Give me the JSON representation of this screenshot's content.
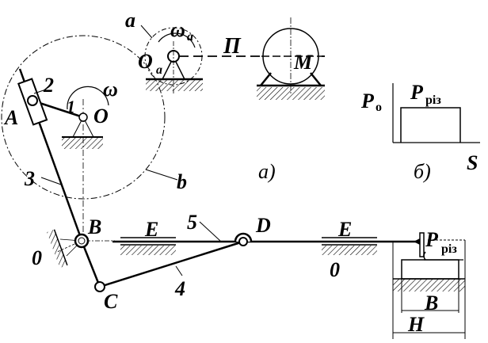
{
  "diagram": {
    "figure_a_caption": "a)",
    "figure_b_caption": "б)",
    "labels": {
      "a": "a",
      "omega_a": "ω",
      "omega_a_sub": "a",
      "O_a": "O",
      "O_a_sub": "a",
      "P": "П",
      "M": "M",
      "link2": "2",
      "omega": "ω",
      "A": "A",
      "link1": "1",
      "O": "O",
      "link3": "3",
      "b": "b",
      "B": "B",
      "E_left": "E",
      "link5": "5",
      "D": "D",
      "E_right": "E",
      "zero_left": "0",
      "zero_right": "0",
      "C": "C",
      "link4": "4",
      "P_cut": "P",
      "P_cut_sub": "різ",
      "B_dim": "B",
      "H_dim": "H"
    },
    "graph": {
      "y_label": "P",
      "y_label_sub": "o",
      "series_label": "P",
      "series_label_sub": "різ",
      "x_label": "S"
    }
  },
  "colors": {
    "ink": "#000000",
    "background": "#ffffff"
  }
}
